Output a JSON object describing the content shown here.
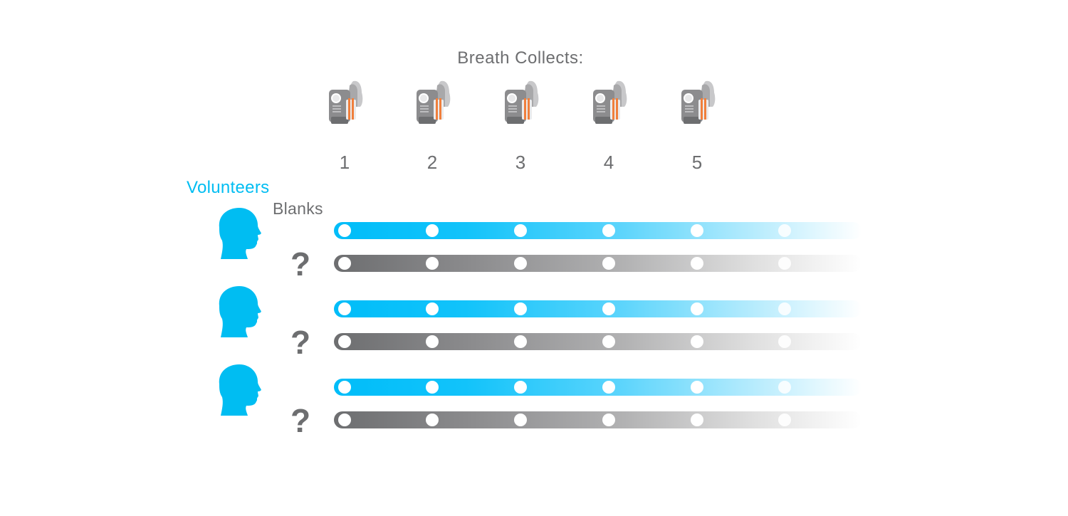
{
  "title": "Breath Collects:",
  "collects": [
    {
      "number": "1"
    },
    {
      "number": "2"
    },
    {
      "number": "3"
    },
    {
      "number": "4"
    },
    {
      "number": "5"
    }
  ],
  "labels": {
    "volunteers": "Volunteers",
    "blanks": "Blanks",
    "unknown": "?"
  },
  "groups_count": 3,
  "points_per_track": 6,
  "colors": {
    "volunteer": "#00bdf2",
    "blank": "#6d6e70",
    "collector_accent": "#f07f3c",
    "collector_body": "#8c8c8e"
  },
  "icons": {
    "collector": "breath-collector-icon",
    "volunteer": "head-profile-icon"
  }
}
